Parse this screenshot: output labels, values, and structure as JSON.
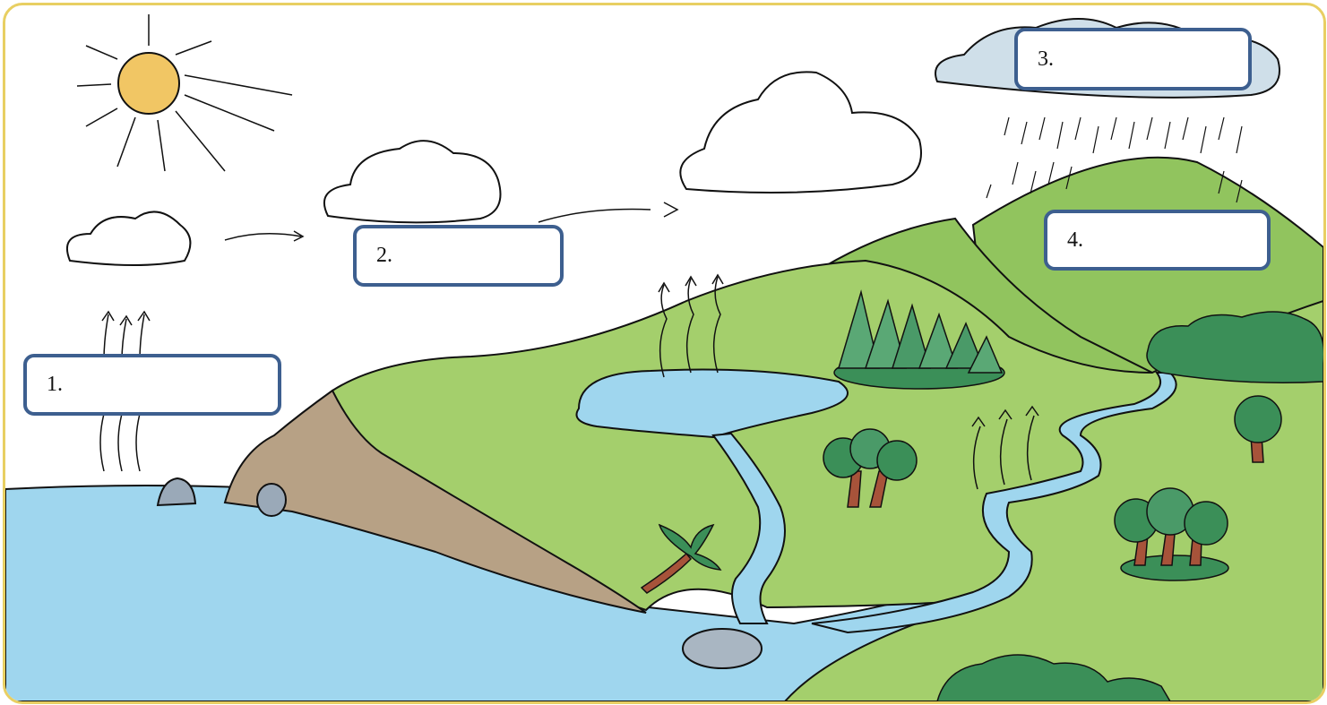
{
  "colors": {
    "frame": "#e8cf62",
    "sky": "#ffffff",
    "sea": "#9fd6ee",
    "land": "#a4cf6c",
    "hill": "#91c45e",
    "cliff": "#b7a185",
    "sun": "#f1c664",
    "rain_cloud": "#cfdfe9",
    "tree_dark": "#3b8f58",
    "trunk": "#a7533a",
    "label_border": "#3d5f8f"
  },
  "labels": [
    {
      "id": "evaporation",
      "text": "1."
    },
    {
      "id": "condensation",
      "text": "2."
    },
    {
      "id": "precipitation",
      "text": "3."
    },
    {
      "id": "collection",
      "text": "4."
    }
  ]
}
